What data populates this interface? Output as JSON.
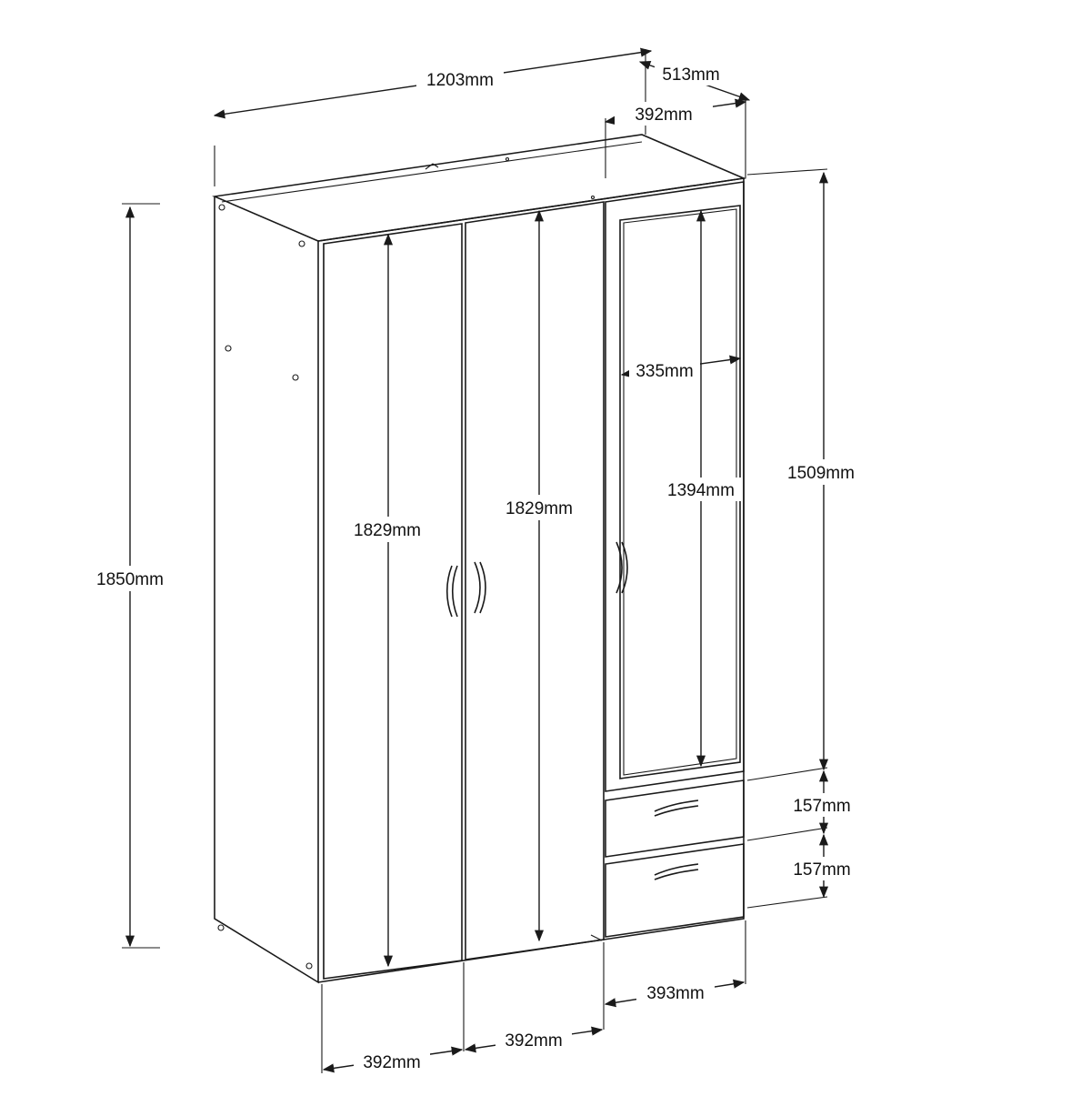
{
  "dimensions": {
    "width_total": "1203mm",
    "depth": "513mm",
    "top_right_width": "392mm",
    "height_total": "1850mm",
    "door_left_height": "1829mm",
    "door_middle_height": "1829mm",
    "mirror_width": "335mm",
    "mirror_height": "1394mm",
    "right_upper_height": "1509mm",
    "drawer_top_height": "157mm",
    "drawer_bottom_height": "157mm",
    "bottom_left_width": "392mm",
    "bottom_middle_width": "392mm",
    "bottom_right_width": "393mm"
  }
}
